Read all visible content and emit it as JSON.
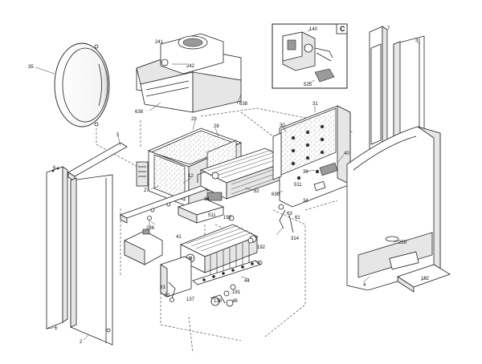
{
  "inset": {
    "letter": "C",
    "labels": [
      "140",
      "525"
    ]
  },
  "parts": [
    {
      "key": "p35",
      "label": "35"
    },
    {
      "key": "p241",
      "label": "241"
    },
    {
      "key": "p242",
      "label": "242"
    },
    {
      "key": "p638a",
      "label": "638"
    },
    {
      "key": "p638b",
      "label": "638"
    },
    {
      "key": "p5",
      "label": "5"
    },
    {
      "key": "p29",
      "label": "29"
    },
    {
      "key": "p28",
      "label": "28"
    },
    {
      "key": "p31",
      "label": "31"
    },
    {
      "key": "p30",
      "label": "30"
    },
    {
      "key": "p6",
      "label": "6"
    },
    {
      "key": "p12",
      "label": "12"
    },
    {
      "key": "p27",
      "label": "27"
    },
    {
      "key": "p32",
      "label": "32"
    },
    {
      "key": "p34a",
      "label": "34"
    },
    {
      "key": "p34b",
      "label": "34"
    },
    {
      "key": "p40",
      "label": "40"
    },
    {
      "key": "p39",
      "label": "39"
    },
    {
      "key": "p630",
      "label": "630"
    },
    {
      "key": "p511a",
      "label": "511"
    },
    {
      "key": "p511b",
      "label": "511"
    },
    {
      "key": "p286",
      "label": "286"
    },
    {
      "key": "p192a",
      "label": "192"
    },
    {
      "key": "p192b",
      "label": "192"
    },
    {
      "key": "p63a",
      "label": "63"
    },
    {
      "key": "p61a",
      "label": "61"
    },
    {
      "key": "p314",
      "label": "314"
    },
    {
      "key": "p41",
      "label": "41"
    },
    {
      "key": "p43",
      "label": "43"
    },
    {
      "key": "p44",
      "label": "44"
    },
    {
      "key": "p63b",
      "label": "63"
    },
    {
      "key": "p61b",
      "label": "61"
    },
    {
      "key": "p137",
      "label": "137"
    },
    {
      "key": "p138",
      "label": "138"
    },
    {
      "key": "p191",
      "label": "191"
    },
    {
      "key": "p46",
      "label": "46"
    },
    {
      "key": "p1",
      "label": "1"
    },
    {
      "key": "p2",
      "label": "2"
    },
    {
      "key": "p3",
      "label": "3"
    },
    {
      "key": "p4",
      "label": "4"
    },
    {
      "key": "p7",
      "label": "7"
    },
    {
      "key": "p259",
      "label": "259"
    },
    {
      "key": "p162",
      "label": "162"
    }
  ]
}
